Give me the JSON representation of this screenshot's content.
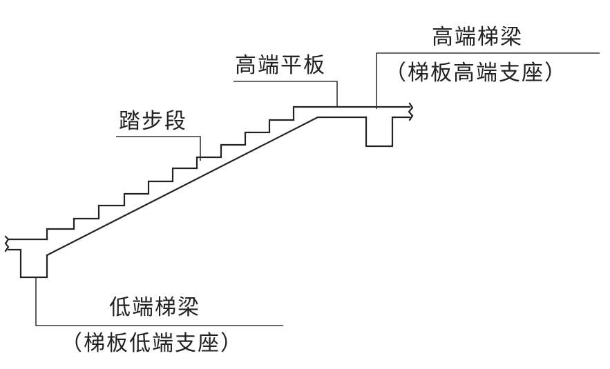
{
  "labels": {
    "high_beam": "高端梯梁",
    "high_beam_note": "（梯板高端支座）",
    "high_platform": "高端平板",
    "step_section": "踏步段",
    "low_beam": "低端梯梁",
    "low_beam_note": "（梯板低端支座）"
  },
  "colors": {
    "ink": "#222222",
    "background": "#ffffff"
  }
}
